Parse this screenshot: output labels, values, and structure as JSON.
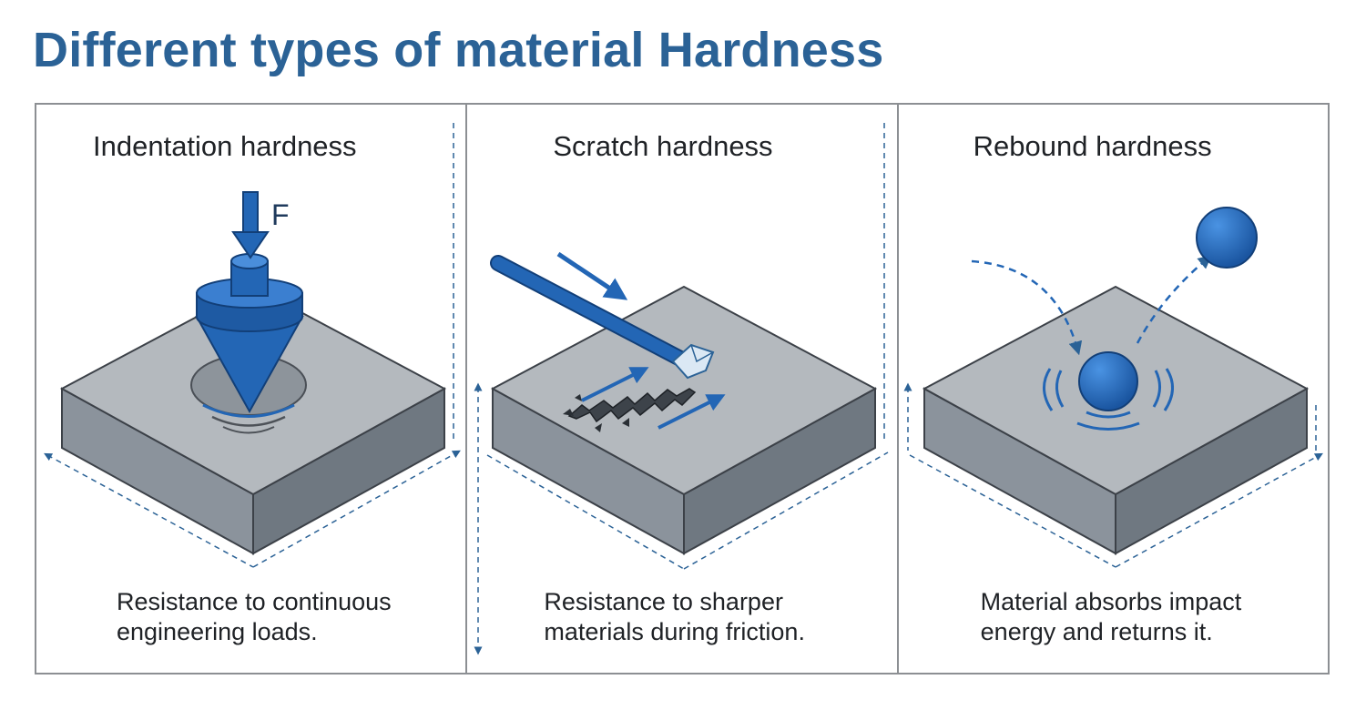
{
  "title": "Different types of material Hardness",
  "colors": {
    "title": "#2b6296",
    "accent_blue": "#2366b5",
    "dark_blue": "#123f78",
    "block_top": "#b4b9be",
    "block_left": "#8b939c",
    "block_right": "#6f7881",
    "frame": "#8c8f93"
  },
  "panels": [
    {
      "id": "indentation",
      "title": "Indentation hardness",
      "force_label": "F",
      "description": "Resistance to continuous\nengineering loads."
    },
    {
      "id": "scratch",
      "title": "Scratch hardness",
      "description": "Resistance to sharper\nmaterials during friction."
    },
    {
      "id": "rebound",
      "title": "Rebound hardness",
      "description": "Material absorbs impact\nenergy and returns it."
    }
  ]
}
